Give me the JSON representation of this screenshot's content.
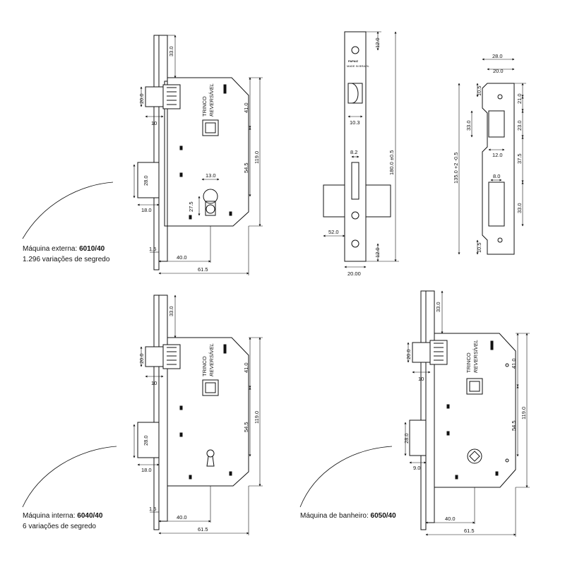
{
  "colors": {
    "line": "#111111",
    "paper": "#ffffff"
  },
  "captions": {
    "externa": {
      "name": "Máquina externa: ",
      "model": "6010/40",
      "variations": "1.296 variações de segredo"
    },
    "interna": {
      "name": "Máquina interna: ",
      "model": "6040/40",
      "variations": "6 variações de segredo"
    },
    "banheiro": {
      "name": "Máquina de banheiro: ",
      "model": "6050/40"
    }
  },
  "lock_dims": {
    "top": "33.0",
    "latch_h": "20.0",
    "latch_w": "10",
    "trinco": "TRINCO",
    "reversivel": "REVERSÍVEL",
    "to_spindle": "41.0",
    "spindle_to_key": "54.5",
    "body_height": "119.0",
    "bolt_h": "28.0",
    "bolt_w": "18.0",
    "bolt_w_bath": "9.0",
    "cylinder_w": "13.0",
    "cylinder_h": "27.5",
    "faceplate_t": "1.5",
    "backset": "40.0",
    "depth": "61.5"
  },
  "front_dims": {
    "top": "12.0",
    "brand": "PAPAIZ",
    "made_in": "MADE IN BRAZIL",
    "latch_w": "10.3",
    "bolt_w": "8.2",
    "length": "180.0",
    "tol": "±0.5",
    "bolt_proj": "52.0",
    "bottom": "12.0",
    "width": "20.00"
  },
  "strike_dims": {
    "width": "28.0",
    "inner_w": "20.0",
    "top_r": "10.5",
    "top_hole": "21.0",
    "latch_hole": "33.0",
    "latch_h": "23.0",
    "gap_w": "12.0",
    "mid": "37.5",
    "height": "135.0",
    "tol": "+2 -0.5",
    "bolt_w": "8.0",
    "bolt_h": "33.0",
    "bottom_r": "10.5"
  }
}
